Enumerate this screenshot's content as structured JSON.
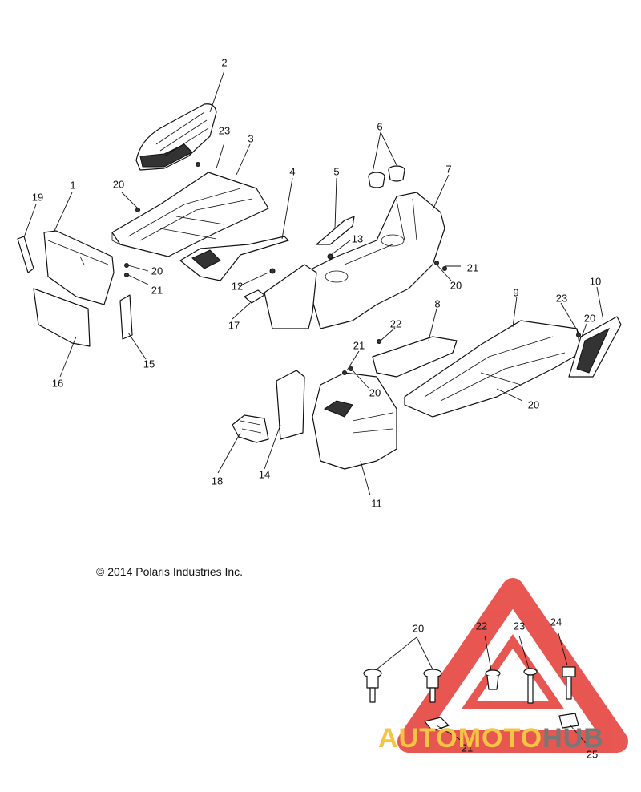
{
  "copyright": "© 2014 Polaris Industries Inc.",
  "watermark": {
    "part1": "AUTO",
    "part2": "MOTO",
    "part3": "HUB",
    "color_primary": "#f4c542",
    "color_secondary": "#777777",
    "logo_color": "#e53935"
  },
  "callouts": {
    "c1": "1",
    "c2": "2",
    "c3": "3",
    "c4": "4",
    "c5": "5",
    "c6": "6",
    "c7": "7",
    "c8": "8",
    "c9": "9",
    "c10": "10",
    "c11": "11",
    "c12": "12",
    "c13": "13",
    "c14": "14",
    "c15": "15",
    "c16": "16",
    "c17": "17",
    "c18": "18",
    "c19": "19",
    "c20a": "20",
    "c20b": "20",
    "c20c": "20",
    "c20d": "20",
    "c20e": "20",
    "c20f": "20",
    "c20g": "20",
    "c21a": "21",
    "c21b": "21",
    "c21c": "21",
    "c21d": "21",
    "c22a": "22",
    "c22b": "22",
    "c23a": "23",
    "c23b": "23",
    "c23c": "23",
    "c24": "24",
    "c25": "25"
  }
}
